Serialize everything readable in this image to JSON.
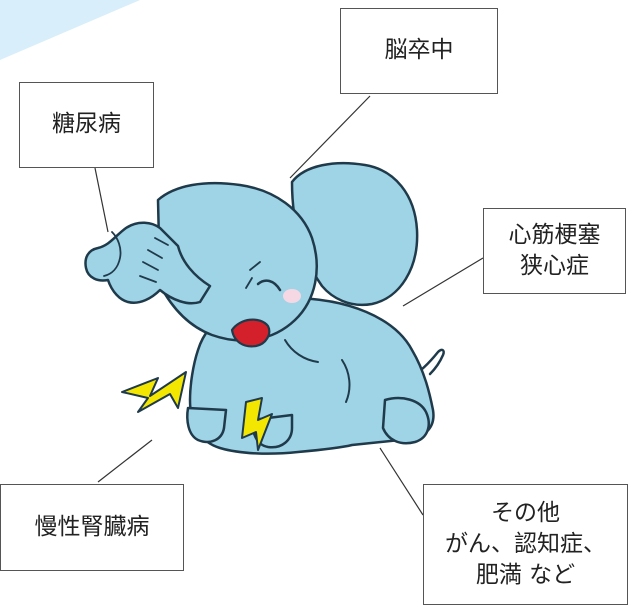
{
  "labels": {
    "diabetes": "糖尿病",
    "stroke": "脳卒中",
    "heart": [
      "心筋梗塞",
      "狭心症"
    ],
    "kidney": "慢性腎臓病",
    "other": [
      "その他",
      "がん、認知症、",
      "肥満 など"
    ]
  },
  "colors": {
    "elephant_body": "#9fd3e6",
    "elephant_outline": "#1f3a4a",
    "lightning": "#f3e600",
    "mouth": "#d3202a",
    "cheek": "#f6d8e4",
    "accent": "#d8eefa"
  }
}
